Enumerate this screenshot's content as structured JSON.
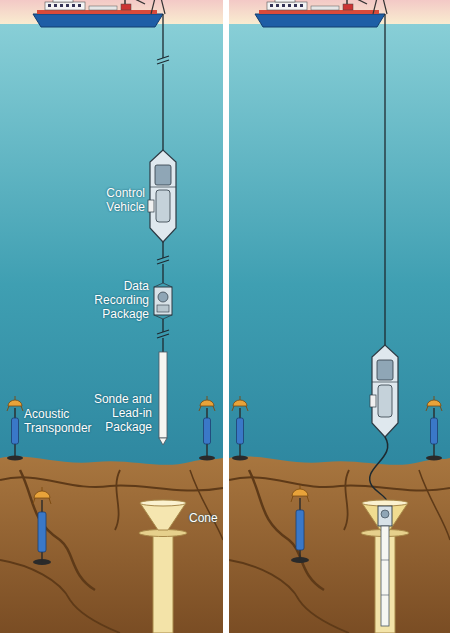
{
  "diagram": {
    "labels": [
      "Control Vehicle",
      "Data Recording Package",
      "Sonde and Lead-in Package",
      "Acoustic Transponder",
      "Cone"
    ]
  }
}
